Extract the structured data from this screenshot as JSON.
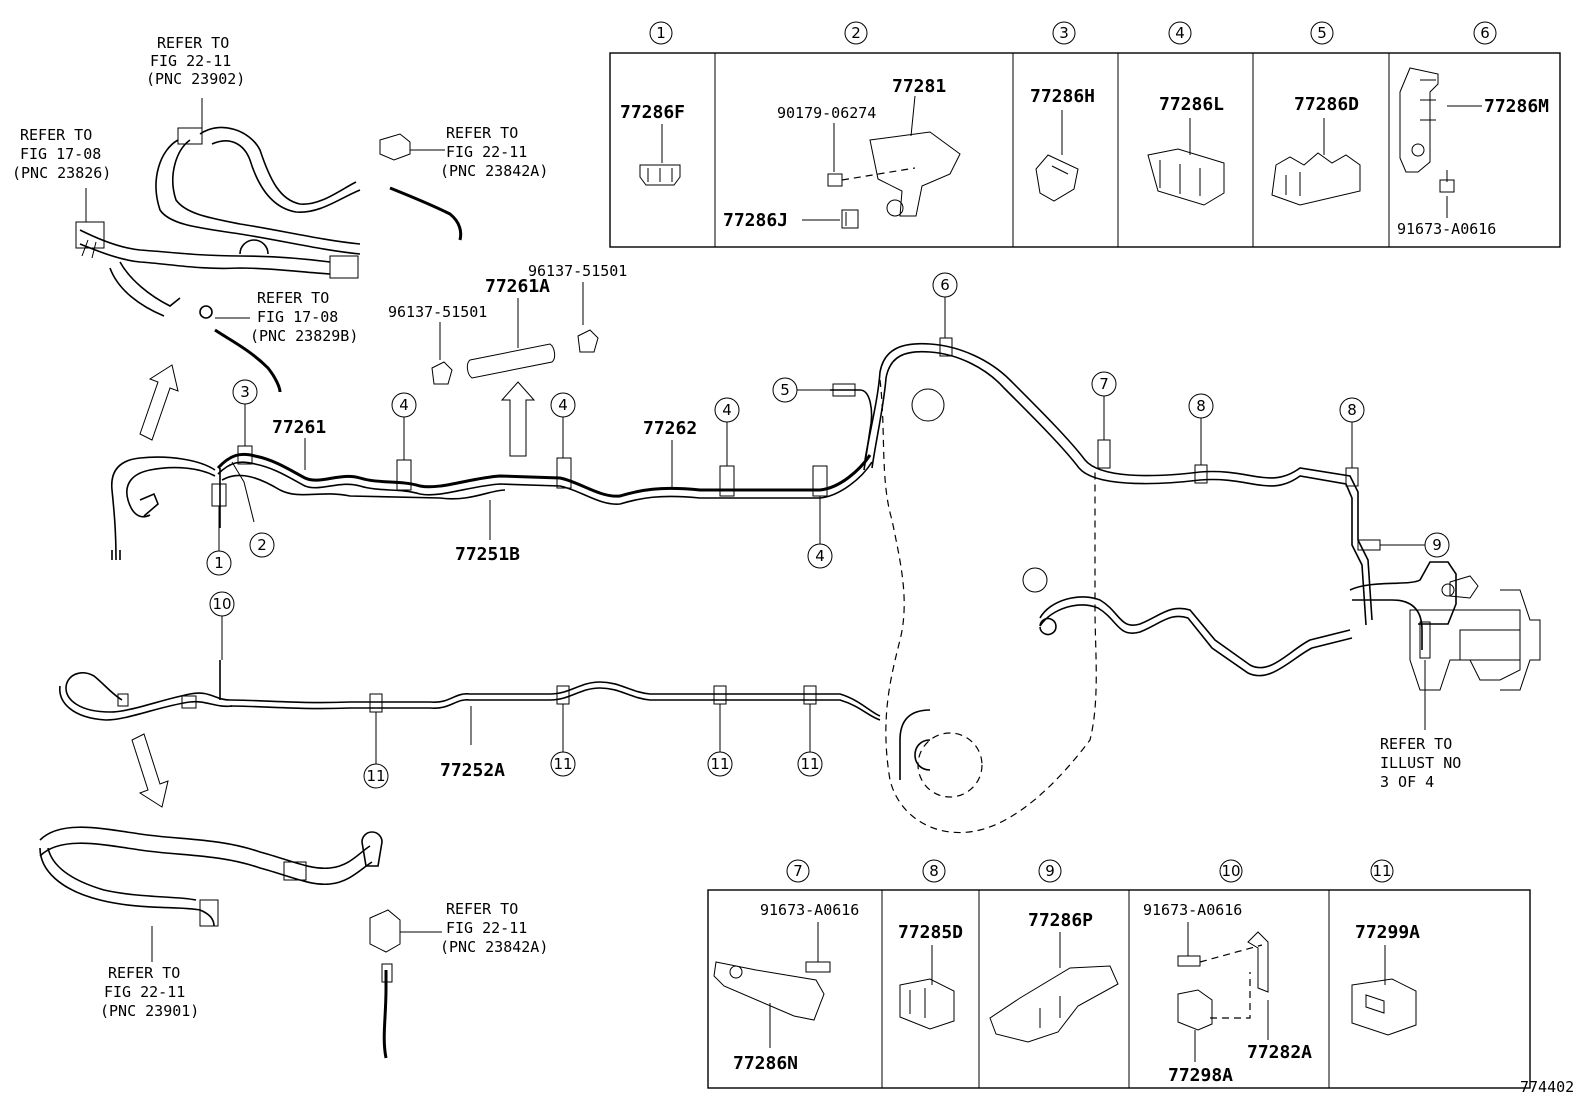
{
  "diagram_id": "774402",
  "top_panel": {
    "cells": [
      {
        "num": "1",
        "parts": [
          "77286F"
        ]
      },
      {
        "num": "2",
        "parts": [
          "77281",
          "90179-06274",
          "77286J"
        ]
      },
      {
        "num": "3",
        "parts": [
          "77286H"
        ]
      },
      {
        "num": "4",
        "parts": [
          "77286L"
        ]
      },
      {
        "num": "5",
        "parts": [
          "77286D"
        ]
      },
      {
        "num": "6",
        "parts": [
          "77286M",
          "91673-A0616"
        ]
      }
    ]
  },
  "bottom_panel": {
    "cells": [
      {
        "num": "7",
        "parts": [
          "91673-A0616",
          "77286N"
        ]
      },
      {
        "num": "8",
        "parts": [
          "77285D"
        ]
      },
      {
        "num": "9",
        "parts": [
          "77286P"
        ]
      },
      {
        "num": "10",
        "parts": [
          "91673-A0616",
          "77298A",
          "77282A"
        ]
      },
      {
        "num": "11",
        "parts": [
          "77299A"
        ]
      }
    ]
  },
  "main_parts": {
    "p77261": "77261",
    "p77262": "77262",
    "p77251B": "77251B",
    "p77252A": "77252A",
    "p77261A": "77261A",
    "p96137a": "96137-51501",
    "p96137b": "96137-51501"
  },
  "refs": {
    "r1": [
      "REFER TO",
      "FIG 22-11",
      "(PNC 23902)"
    ],
    "r2": [
      "REFER TO",
      "FIG 17-08",
      "(PNC 23826)"
    ],
    "r3": [
      "REFER TO",
      "FIG 22-11",
      "(PNC 23842A)"
    ],
    "r4": [
      "REFER TO",
      "FIG 17-08",
      "(PNC 23829B)"
    ],
    "r5": [
      "REFER TO",
      "FIG 22-11",
      "(PNC 23901)"
    ],
    "r6": [
      "REFER TO",
      "FIG 22-11",
      "(PNC 23842A)"
    ],
    "r7": [
      "REFER TO",
      "ILLUST NO",
      "3 OF 4"
    ]
  },
  "callouts": {
    "c1": "1",
    "c2": "2",
    "c3": "3",
    "c4": "4",
    "c5": "5",
    "c6": "6",
    "c7": "7",
    "c8": "8",
    "c9": "9",
    "c10": "10",
    "c11": "11"
  }
}
